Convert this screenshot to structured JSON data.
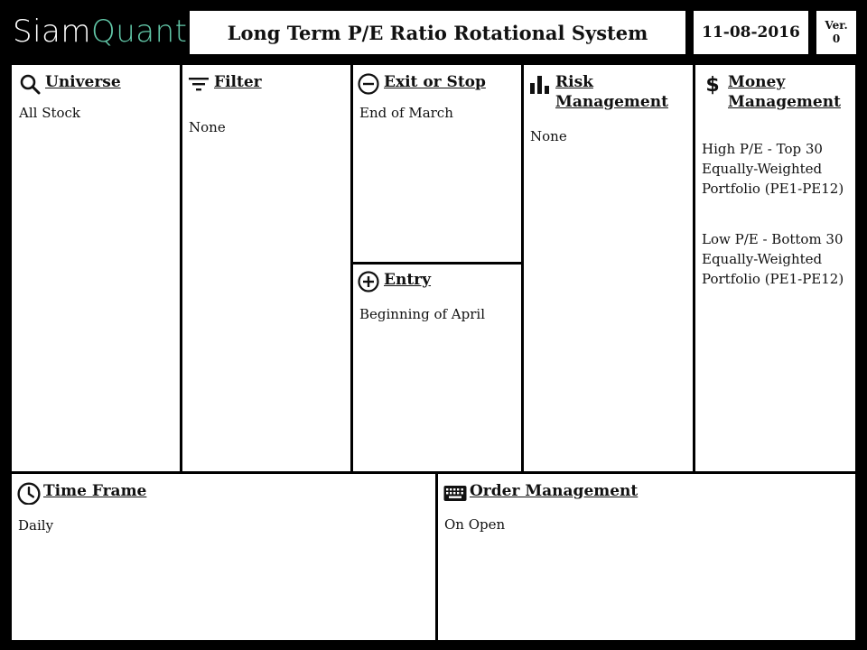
{
  "brand": {
    "part1": "Siam",
    "part2": "Quant",
    "accent_color": "#62c7a8"
  },
  "header": {
    "title": "Long Term P/E Ratio Rotational System",
    "date": "11-08-2016",
    "version_label": "Ver.",
    "version_value": "0"
  },
  "panels": {
    "universe": {
      "title": "Universe",
      "text": "All Stock",
      "icon": "search-icon"
    },
    "filter": {
      "title": "Filter",
      "text": "None",
      "icon": "filter-icon"
    },
    "exit": {
      "title": "Exit or Stop",
      "text": "End of March",
      "icon": "minus-circle-icon"
    },
    "entry": {
      "title": "Entry",
      "text": "Beginning of April",
      "icon": "plus-circle-icon"
    },
    "risk": {
      "title_line1": "Risk",
      "title_line2": "Management",
      "text": "None",
      "icon": "bar-chart-icon"
    },
    "money": {
      "title_line1": "Money",
      "title_line2": "Management",
      "icon": "dollar-icon",
      "blocks": [
        [
          "High P/E - Top 30",
          "Equally-Weighted",
          "Portfolio (PE1-PE12)"
        ],
        [
          "Low P/E - Bottom 30",
          "Equally-Weighted",
          "Portfolio (PE1-PE12)"
        ]
      ]
    },
    "timeframe": {
      "title": "Time Frame",
      "text": "Daily",
      "icon": "clock-icon"
    },
    "order": {
      "title": "Order Management",
      "text": "On Open",
      "icon": "keyboard-icon"
    }
  }
}
